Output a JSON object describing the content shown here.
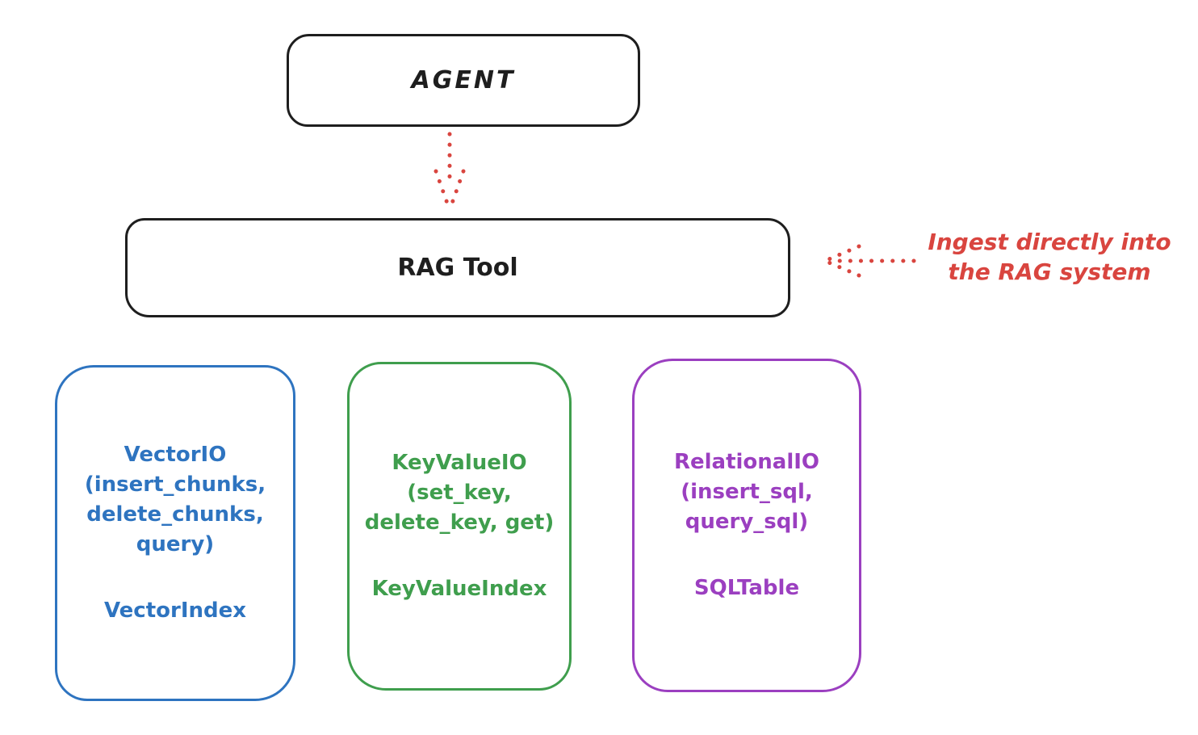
{
  "title": "RAG Tool architecture diagram",
  "colors": {
    "ink": "#1e1e1e",
    "red_accent": "#d9453f",
    "blue_accent": "#2e74c0",
    "green_accent": "#3f9e4d",
    "purple_accent": "#9b3fc0",
    "background": "#ffffff"
  },
  "agent": {
    "label": "AGENT"
  },
  "rag_tool": {
    "label": "RAG Tool"
  },
  "annotation": {
    "line1": "Ingest directly into",
    "line2": "the RAG system"
  },
  "backends": [
    {
      "name": "vector-io",
      "color": "#2e74c0",
      "lines": [
        "VectorIO",
        "(insert_chunks,",
        "delete_chunks,",
        "query)"
      ],
      "index": "VectorIndex"
    },
    {
      "name": "key-value-io",
      "color": "#3f9e4d",
      "lines": [
        "KeyValueIO",
        "(set_key,",
        "delete_key, get)"
      ],
      "index": "KeyValueIndex"
    },
    {
      "name": "relational-io",
      "color": "#9b3fc0",
      "lines": [
        "RelationalIO",
        "(insert_sql,",
        "query_sql)"
      ],
      "index": "SQLTable"
    }
  ]
}
